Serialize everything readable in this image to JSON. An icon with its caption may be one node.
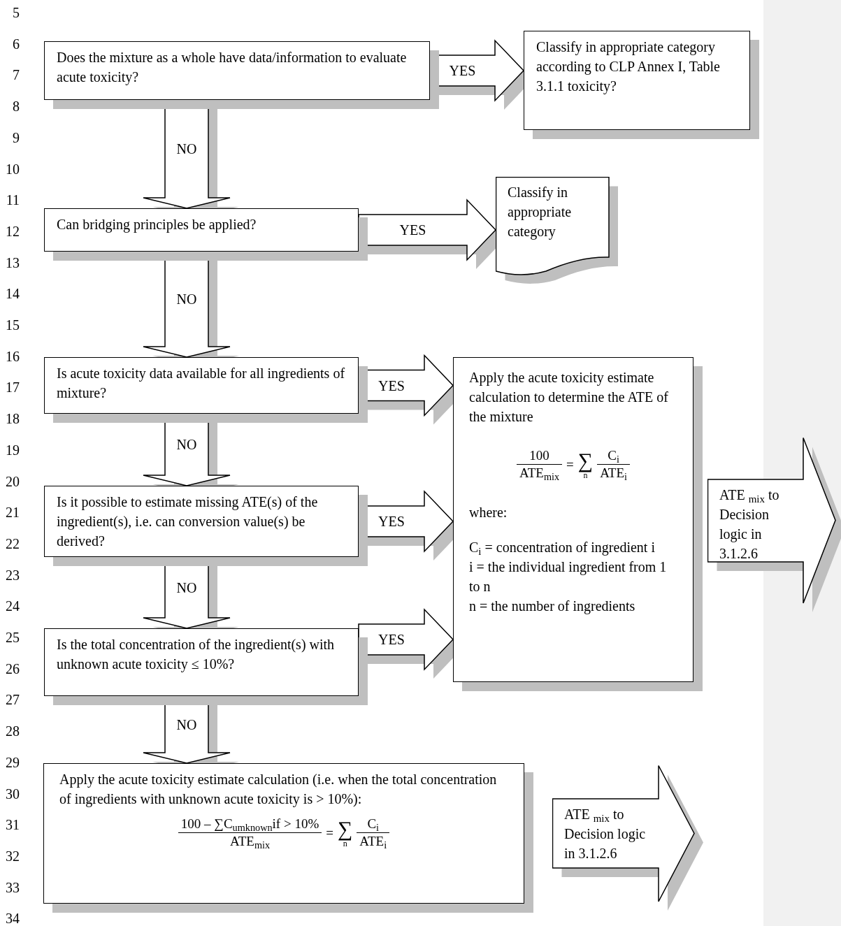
{
  "diagram": {
    "nodes": [
      {
        "text": [
          "Does the mixture as a whole have data/information to evaluate acute toxicity?"
        ]
      },
      {
        "text": [
          "Classify in appropriate category according to CLP Annex I, Table 3.1.1 toxicity?"
        ]
      },
      {
        "text": [
          "Can bridging principles be applied?"
        ]
      },
      {
        "text": [
          "Classify in appropriate category"
        ]
      },
      {
        "text": [
          "Is acute toxicity data available for all ingredients of mixture?"
        ]
      },
      {
        "text": [
          "Is it possible to estimate missing ATE(s) of the ingredient(s), i.e. can conversion value(s) be derived?"
        ]
      },
      {
        "text": [
          "Is the total concentration of the ingredient(s) with unknown acute toxicity ≤ 10%?"
        ]
      },
      {
        "text": [
          "Apply the acute toxicity estimate calculation to determine the ATE of the mixture",
          "100",
          "ATE$_{mix}$",
          "=",
          "∑",
          "n",
          "C$_{i}$",
          "ATE$_{i}$",
          "where:",
          "C$_{i}$ = concentration of ingredient i",
          "i = the individual ingredient from 1 to n",
          "n = the number of ingredients"
        ]
      },
      {
        "text": [
          "ATE $_{mix}$ to Decision logic in 3.1.2.6"
        ]
      },
      {
        "text": [
          "Apply the acute toxicity estimate calculation (i.e. when the total concentration of ingredients with unknown acute toxicity is > 10%):",
          "100 – ∑C$_{umknown}$if > 10%",
          "ATE$_{mix}$",
          "=",
          "∑",
          "n",
          "C$_{i}$",
          "ATE$_{i}$"
        ]
      },
      {
        "text": [
          "ATE $_{mix}$ to Decision logic in 3.1.2.6"
        ]
      }
    ],
    "edges": [
      {
        "from": 0,
        "to": 1,
        "arrow": "to",
        "label": "YES"
      },
      {
        "from": 0,
        "to": 2,
        "arrow": "to",
        "label": "NO"
      },
      {
        "from": 2,
        "to": 3,
        "arrow": "to",
        "label": "YES"
      },
      {
        "from": 2,
        "to": 4,
        "arrow": "to",
        "label": "NO"
      },
      {
        "from": 4,
        "to": 7,
        "arrow": "to",
        "label": "YES"
      },
      {
        "from": 4,
        "to": 5,
        "arrow": "to",
        "label": "NO"
      },
      {
        "from": 5,
        "to": 7,
        "arrow": "to",
        "label": "YES"
      },
      {
        "from": 5,
        "to": 6,
        "arrow": "to",
        "label": "NO"
      },
      {
        "from": 6,
        "to": 7,
        "arrow": "to",
        "label": "YES"
      },
      {
        "from": 6,
        "to": 9,
        "arrow": "to",
        "label": "NO"
      }
    ],
    "labels": [
      "5",
      "6",
      "7",
      "8",
      "9",
      "10",
      "11",
      "12",
      "13",
      "14",
      "15",
      "16",
      "17",
      "18",
      "19",
      "20",
      "21",
      "22",
      "23",
      "24",
      "25",
      "26",
      "27",
      "28",
      "29",
      "30",
      "31",
      "32",
      "33",
      "34"
    ]
  }
}
